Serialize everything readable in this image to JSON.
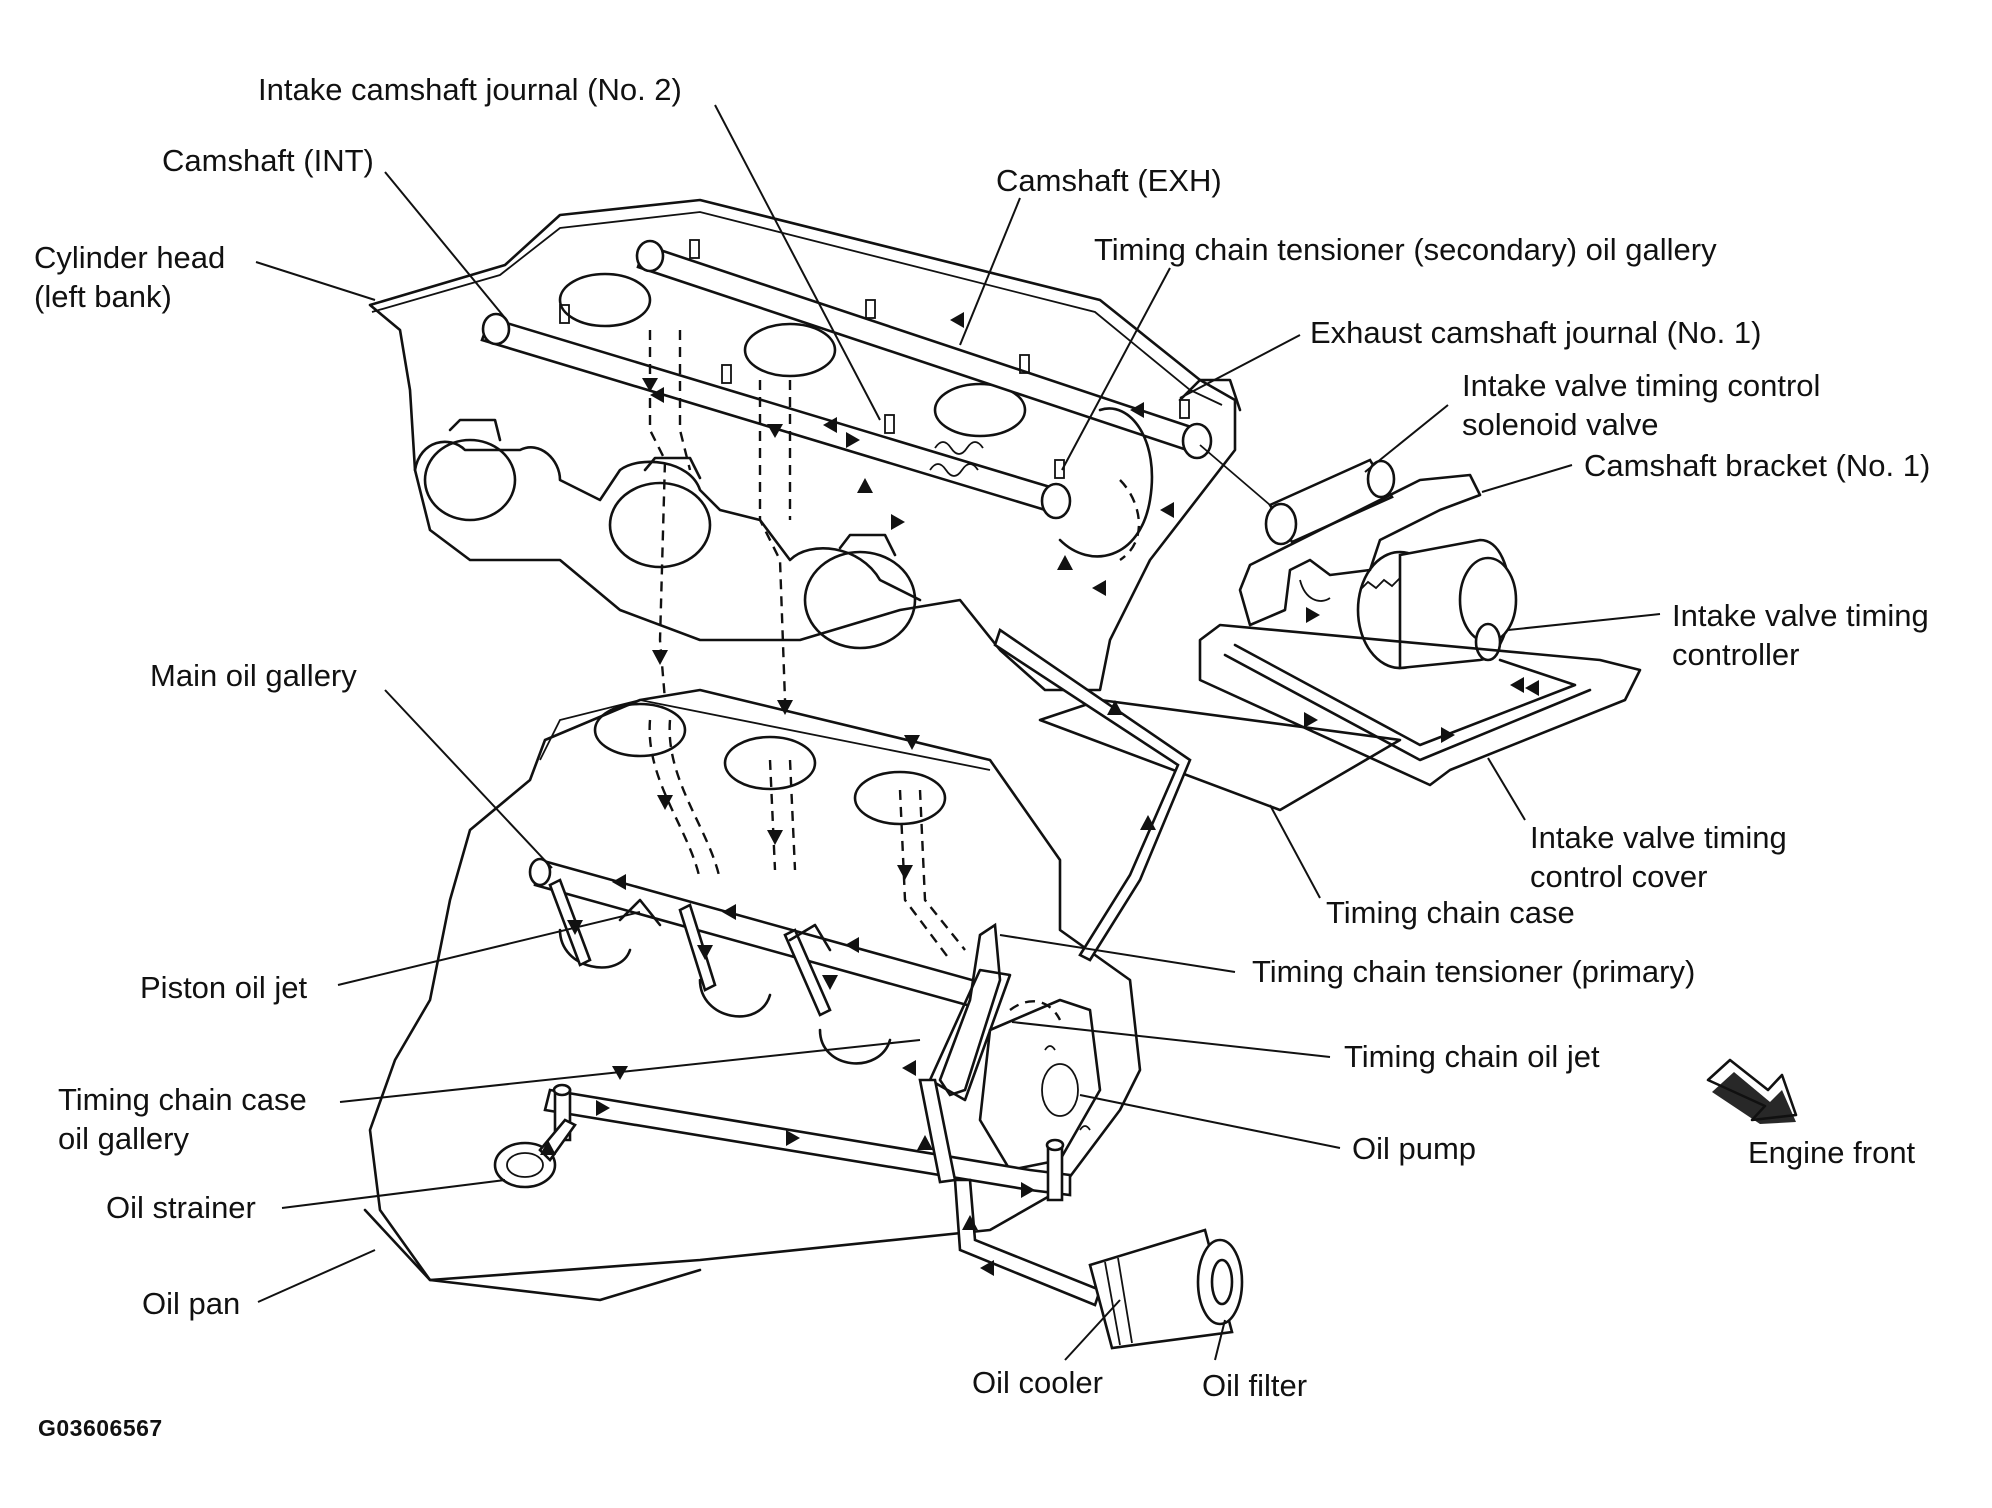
{
  "labels": {
    "intake_camshaft_journal_no2": "Intake camshaft journal (No. 2)",
    "camshaft_int": "Camshaft (INT)",
    "camshaft_exh": "Camshaft (EXH)",
    "cylinder_head": [
      "Cylinder head",
      "(left bank)"
    ],
    "tensioner_secondary_gallery": "Timing chain tensioner (secondary) oil gallery",
    "exhaust_camshaft_journal_no1": "Exhaust camshaft journal (No. 1)",
    "intake_vtc_solenoid": [
      "Intake valve timing control",
      "solenoid valve"
    ],
    "camshaft_bracket_no1": "Camshaft bracket (No. 1)",
    "intake_vtc_controller": [
      "Intake valve timing",
      "controller"
    ],
    "main_oil_gallery": "Main oil gallery",
    "intake_vtc_cover": [
      "Intake valve timing",
      "control cover"
    ],
    "timing_chain_case": "Timing chain case",
    "tensioner_primary": "Timing chain tensioner (primary)",
    "piston_oil_jet": "Piston oil jet",
    "timing_chain_oil_jet": "Timing chain oil jet",
    "timing_chain_case_gallery": [
      "Timing chain case",
      "oil gallery"
    ],
    "oil_pump": "Oil pump",
    "oil_strainer": "Oil strainer",
    "oil_pan": "Oil pan",
    "oil_cooler": "Oil cooler",
    "oil_filter": "Oil filter",
    "engine_front": "Engine front"
  },
  "figure_id": "G03606567",
  "icons": {
    "direction": "engine-front-arrow-icon"
  }
}
